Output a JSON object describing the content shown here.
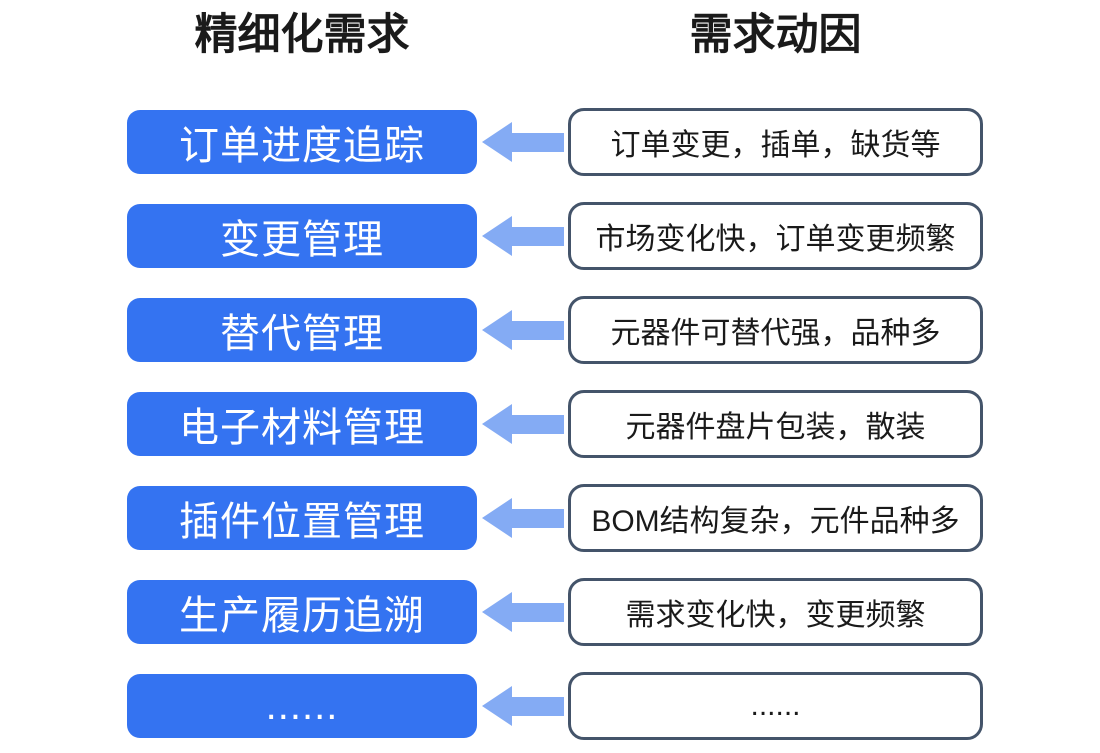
{
  "headers": {
    "left": "精细化需求",
    "right": "需求动因"
  },
  "colors": {
    "requirement_box_fill": "#3473F1",
    "arrow_fill": "#84ABF4",
    "driver_box_border": "#44546A",
    "header_text": "#1A1A1A",
    "requirement_text": "#FFFFFF",
    "background": "#FFFFFF"
  },
  "arrow": {
    "direction": "left",
    "meaning": "driver leads to requirement"
  },
  "rows": [
    {
      "requirement": "订单进度追踪",
      "driver": "订单变更，插单，缺货等"
    },
    {
      "requirement": "变更管理",
      "driver": "市场变化快，订单变更频繁"
    },
    {
      "requirement": "替代管理",
      "driver": "元器件可替代强，品种多"
    },
    {
      "requirement": "电子材料管理",
      "driver": "元器件盘片包装，散装"
    },
    {
      "requirement": "插件位置管理",
      "driver": "BOM结构复杂，元件品种多"
    },
    {
      "requirement": "生产履历追溯",
      "driver": "需求变化快，变更频繁"
    },
    {
      "requirement": "......",
      "driver": "......"
    }
  ]
}
